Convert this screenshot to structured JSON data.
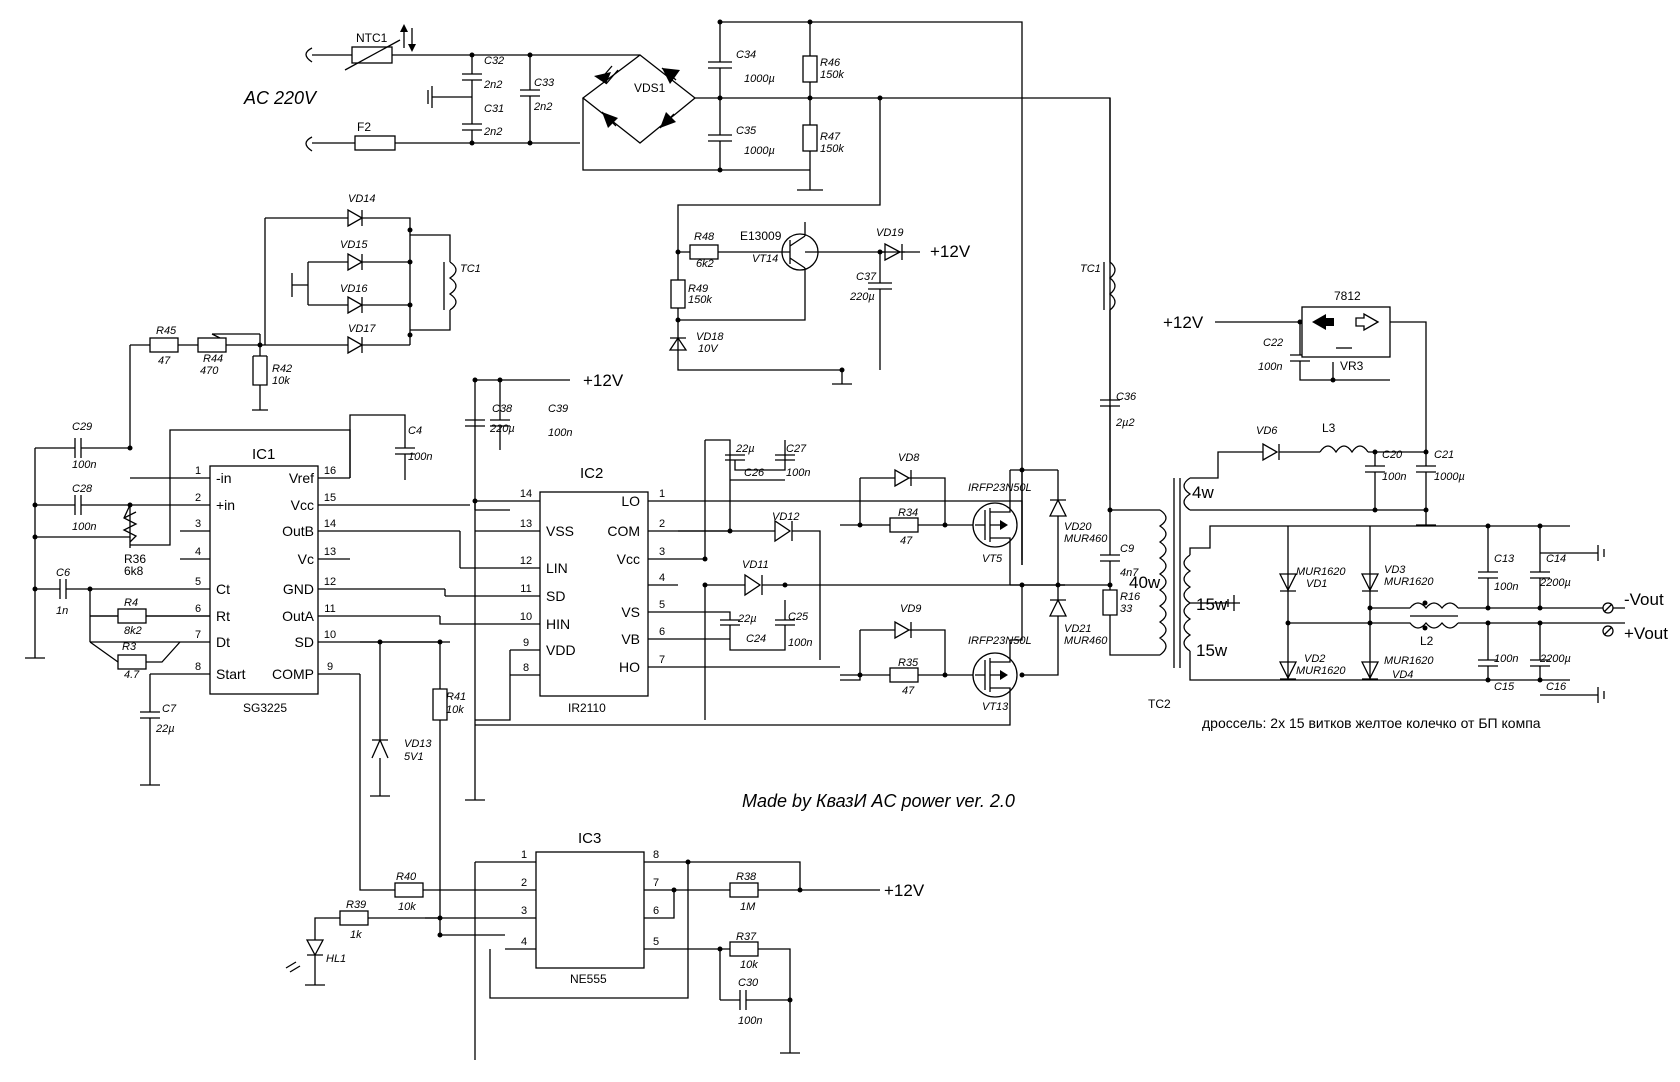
{
  "labels": {
    "ac": "AC 220V",
    "credit": "Made by КвазИ AC power ver. 2.0",
    "choke_note": "дроссель: 2х 15 витков желтое колечко от БП компа",
    "plus12": "+12V",
    "minus_vout": "-Vout",
    "plus_vout": "+Vout",
    "w4": "4w",
    "w40": "40w",
    "w15a": "15w",
    "w15b": "15w",
    "tc2": "TC2",
    "tc1": "TC1",
    "tc1b": "TC1",
    "ic1": "IC1",
    "ic2": "IC2",
    "ic3": "IC3",
    "sg": "SG3225",
    "ir": "IR2110",
    "ne": "NE555",
    "vr3": "VR3",
    "reg": "7812"
  },
  "ic1_left": [
    {
      "n": "1",
      "name": "-in"
    },
    {
      "n": "2",
      "name": "+in"
    },
    {
      "n": "3",
      "name": ""
    },
    {
      "n": "4",
      "name": ""
    },
    {
      "n": "5",
      "name": "Ct"
    },
    {
      "n": "6",
      "name": "Rt"
    },
    {
      "n": "7",
      "name": "Dt"
    },
    {
      "n": "8",
      "name": "Start"
    }
  ],
  "ic1_right": [
    {
      "n": "16",
      "name": "Vref"
    },
    {
      "n": "15",
      "name": "Vcc"
    },
    {
      "n": "14",
      "name": "OutB"
    },
    {
      "n": "13",
      "name": "Vc"
    },
    {
      "n": "12",
      "name": "GND"
    },
    {
      "n": "11",
      "name": "OutA"
    },
    {
      "n": "10",
      "name": "SD"
    },
    {
      "n": "9",
      "name": "COMP"
    }
  ],
  "ic2_left": [
    {
      "n": "14",
      "name": ""
    },
    {
      "n": "13",
      "name": "VSS"
    },
    {
      "n": "12",
      "name": "LIN"
    },
    {
      "n": "11",
      "name": "SD"
    },
    {
      "n": "10",
      "name": "HIN"
    },
    {
      "n": "9",
      "name": "VDD"
    },
    {
      "n": "8",
      "name": ""
    }
  ],
  "ic2_right": [
    {
      "n": "1",
      "name": "LO"
    },
    {
      "n": "2",
      "name": "COM"
    },
    {
      "n": "3",
      "name": "Vcc"
    },
    {
      "n": "4",
      "name": ""
    },
    {
      "n": "5",
      "name": "VS"
    },
    {
      "n": "6",
      "name": "VB"
    },
    {
      "n": "7",
      "name": "HO"
    }
  ],
  "ic3_left": [
    "1",
    "2",
    "3",
    "4"
  ],
  "ic3_right": [
    "8",
    "7",
    "6",
    "5"
  ],
  "parts": {
    "ntc1": "NTC1",
    "f2": "F2",
    "c32": "C32",
    "c32v": "2n2",
    "c31": "C31",
    "c31v": "2n2",
    "c33": "C33",
    "c33v": "2n2",
    "vds1": "VDS1",
    "c34": "C34",
    "c34v": "1000µ",
    "c35": "C35",
    "c35v": "1000µ",
    "r46": "R46",
    "r46v": "150k",
    "r47": "R47",
    "r47v": "150k",
    "r48": "R48",
    "r48v": "6k2",
    "e13009": "E13009",
    "vt14": "VT14",
    "vd19": "VD19",
    "r49": "R49",
    "r49v": "150k",
    "c37": "C37",
    "c37v": "220µ",
    "vd18": "VD18",
    "vd18v": "10V",
    "vd14": "VD14",
    "vd15": "VD15",
    "vd16": "VD16",
    "vd17": "VD17",
    "r45": "R45",
    "r45v": "47",
    "r44": "R44",
    "r44v": "470",
    "r42": "R42",
    "r42v": "10k",
    "c29": "C29",
    "c29v": "100n",
    "c28": "C28",
    "c28v": "100n",
    "r36": "R36",
    "r36v": "6k8",
    "c6": "C6",
    "c6v": "1n",
    "r4": "R4",
    "r4v": "8k2",
    "r3": "R3",
    "r3v": "4.7",
    "c7": "C7",
    "c7v": "22µ",
    "c4": "C4",
    "c4v": "100n",
    "c38": "C38",
    "c38v": "220µ",
    "c39": "C39",
    "c39v": "100n",
    "c27": "C27",
    "c27v": "100n",
    "c26": "C26",
    "c26v": "22µ",
    "vd12": "VD12",
    "vd11": "VD11",
    "c25": "C25",
    "c25v": "100n",
    "c24": "C24",
    "c24v": "22µ",
    "vd8": "VD8",
    "r34": "R34",
    "r34v": "47",
    "vd9": "VD9",
    "r35": "R35",
    "r35v": "47",
    "vt5t": "IRFP23N50L",
    "vt5": "VT5",
    "vt13t": "IRFP23N50L",
    "vt13": "VT13",
    "vd20": "VD20",
    "vd20v": "MUR460",
    "vd21": "VD21",
    "vd21v": "MUR460",
    "c36": "C36",
    "c36v": "2µ2",
    "c9": "C9",
    "c9v": "4n7",
    "r16": "R16",
    "r16v": "33",
    "r41": "R41",
    "r41v": "10k",
    "vd13": "VD13",
    "vd13v": "5V1",
    "r40": "R40",
    "r40v": "10k",
    "r39": "R39",
    "r39v": "1k",
    "hl1": "HL1",
    "r38": "R38",
    "r38v": "1M",
    "r37": "R37",
    "r37v": "10k",
    "c30": "C30",
    "c30v": "100n",
    "c22": "C22",
    "c22v": "100n",
    "vd6": "VD6",
    "l3": "L3",
    "c20": "C20",
    "c20v": "100n",
    "c21": "C21",
    "c21v": "1000µ",
    "vd1t": "MUR1620",
    "vd1": "VD1",
    "vd3": "VD3",
    "vd3t": "MUR1620",
    "vd2": "VD2",
    "vd2t": "MUR1620",
    "vd4t": "MUR1620",
    "vd4": "VD4",
    "c13": "C13",
    "c13v": "100n",
    "c14": "C14",
    "c14v": "2200µ",
    "c15": "C15",
    "c15v": "100n",
    "c16": "C16",
    "c16v": "2200µ",
    "l2": "L2"
  }
}
